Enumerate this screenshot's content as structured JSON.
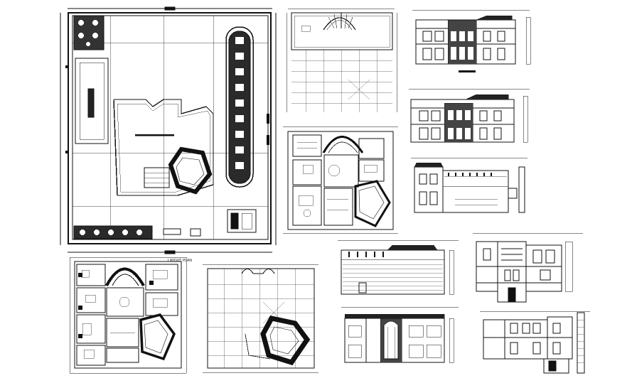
{
  "sheet": {
    "background": "#ffffff",
    "ink": "#111111"
  },
  "labels": {
    "layout_plan": "LAYOUT PLAN"
  },
  "drawings": [
    {
      "id": "site-layout-plan",
      "kind": "plan"
    },
    {
      "id": "roof-plan",
      "kind": "plan"
    },
    {
      "id": "ground-floor-plan",
      "kind": "plan"
    },
    {
      "id": "first-floor-plan",
      "kind": "plan"
    },
    {
      "id": "terrace-plan",
      "kind": "plan"
    },
    {
      "id": "front-elevation",
      "kind": "elevation"
    },
    {
      "id": "rear-elevation",
      "kind": "elevation"
    },
    {
      "id": "side-elevation-left",
      "kind": "elevation"
    },
    {
      "id": "side-elevation-right",
      "kind": "elevation"
    },
    {
      "id": "elevation-lower-middle",
      "kind": "elevation"
    },
    {
      "id": "section-a",
      "kind": "section"
    },
    {
      "id": "section-b",
      "kind": "section"
    }
  ]
}
